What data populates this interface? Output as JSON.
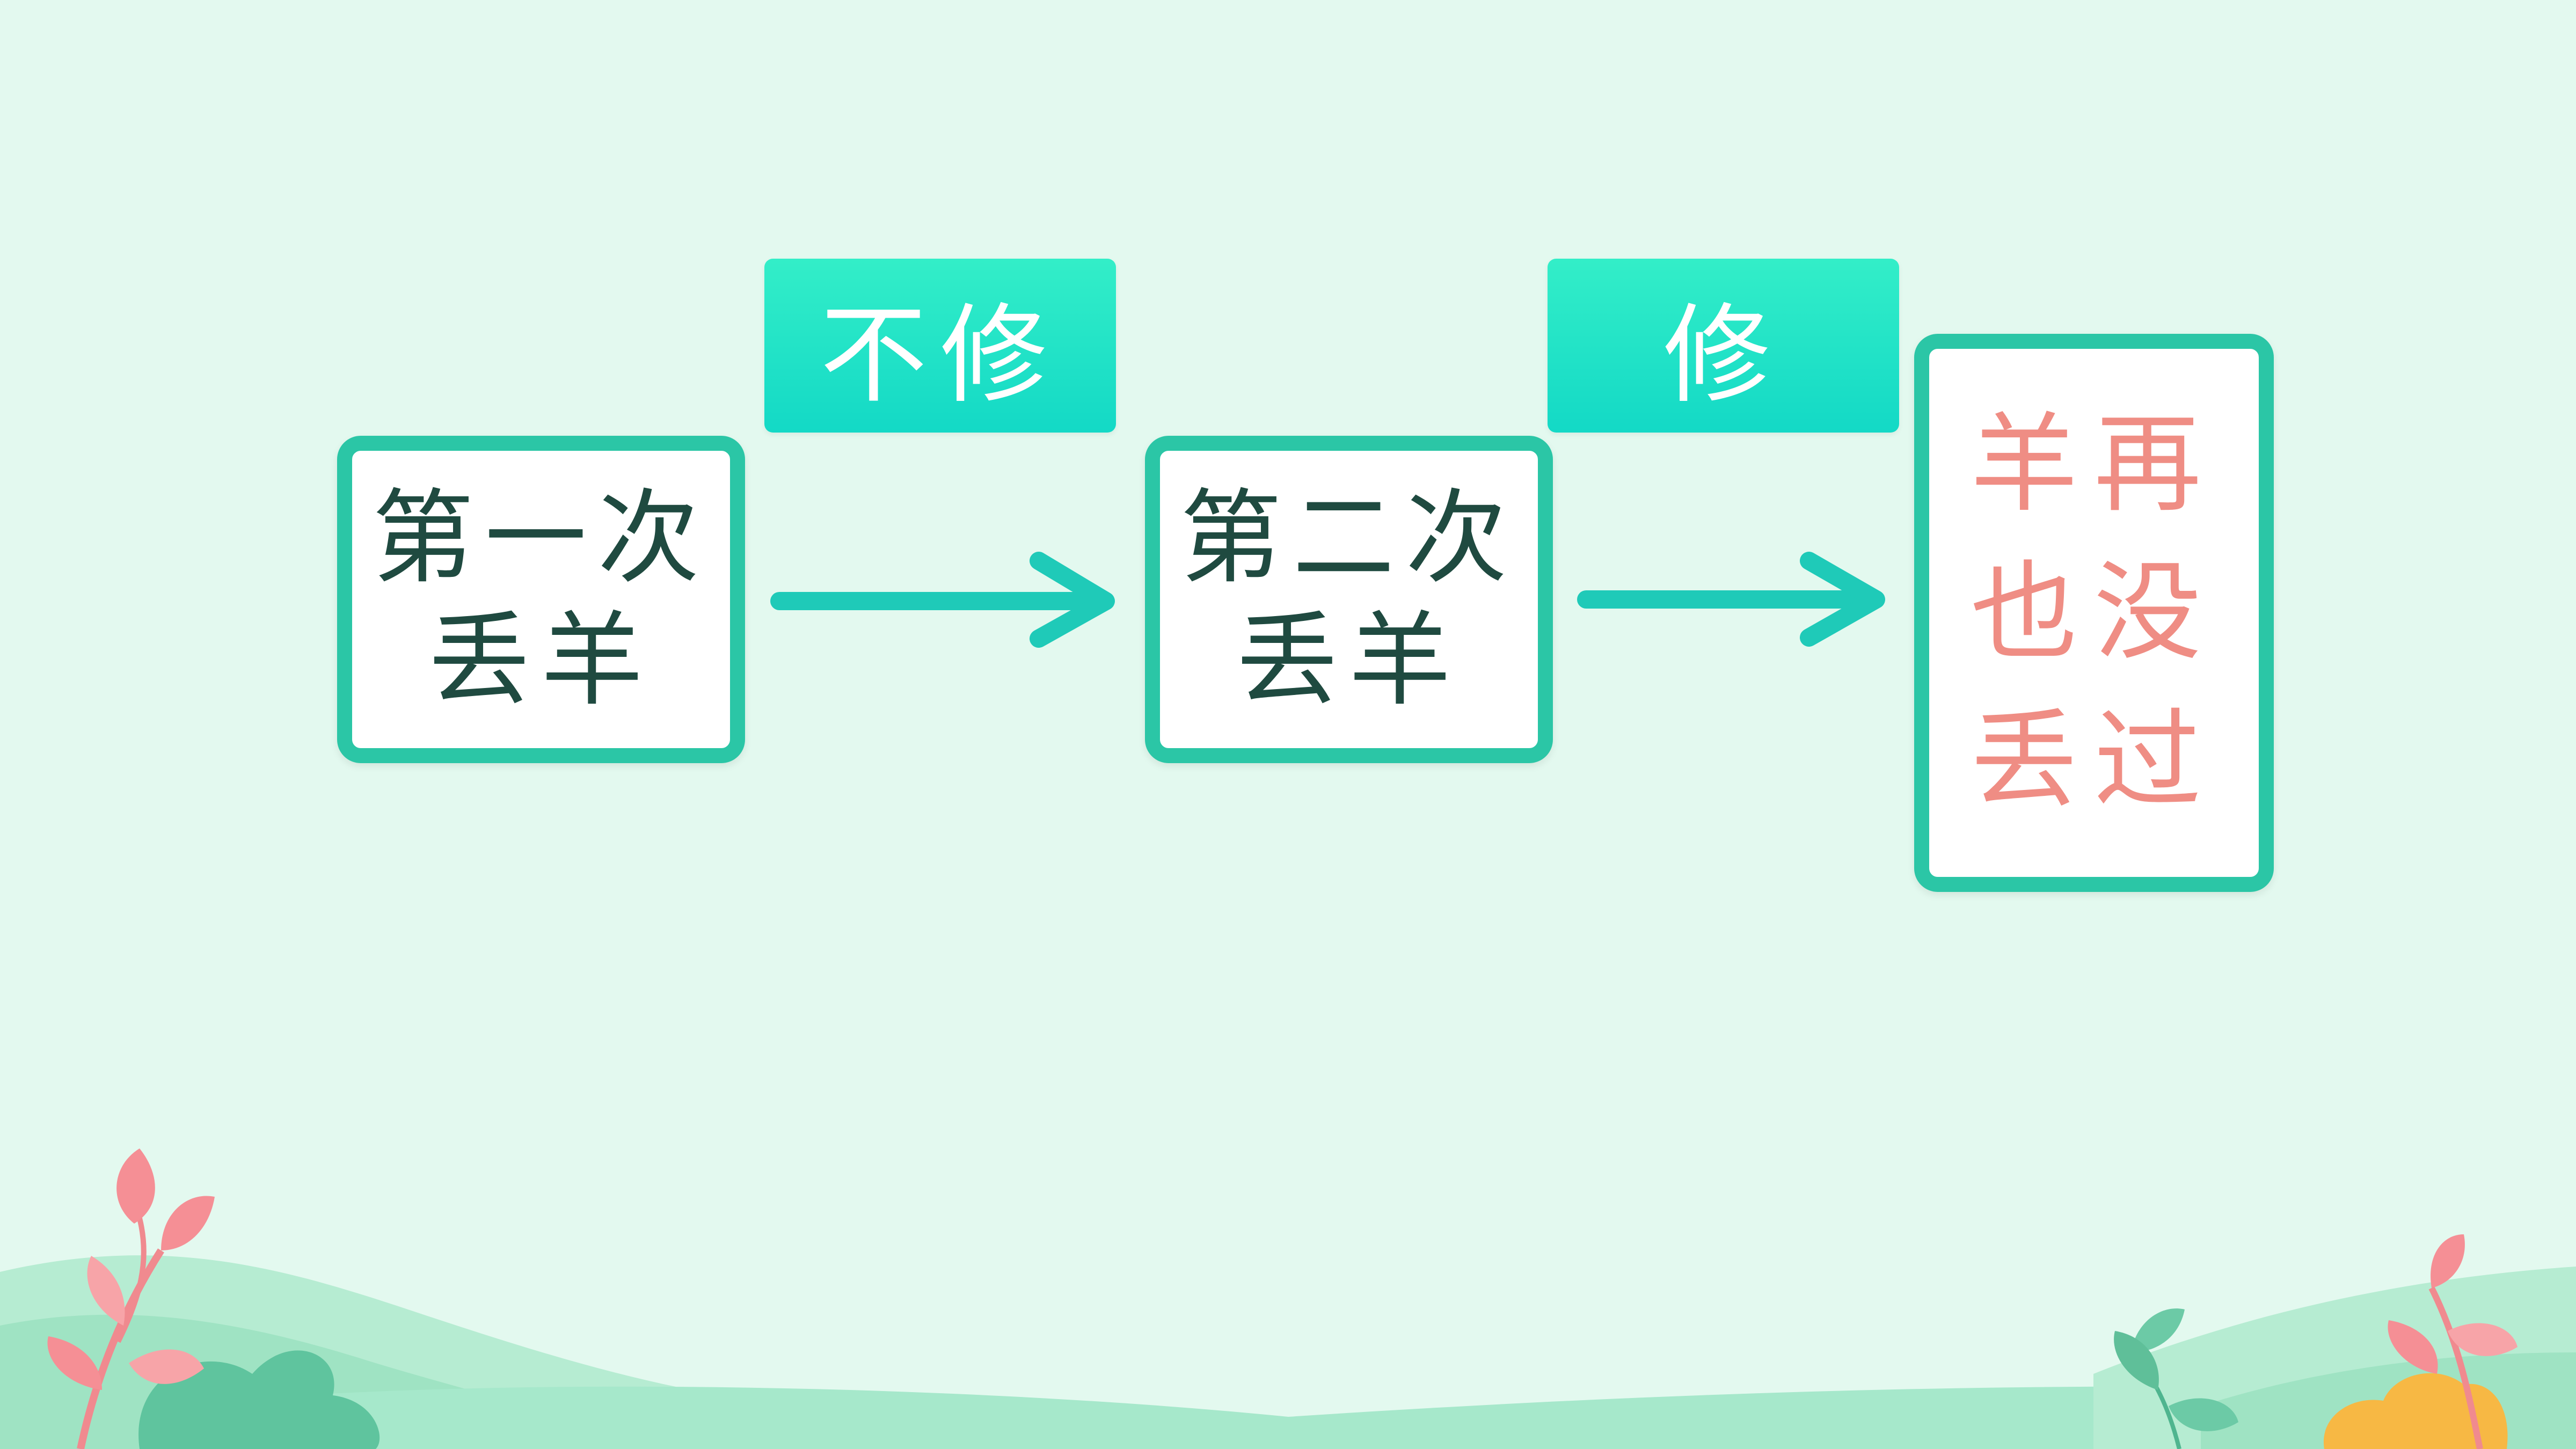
{
  "diagram": {
    "step1": {
      "lines": [
        "第一次",
        "丢羊"
      ]
    },
    "transition1": {
      "label": "不修"
    },
    "step2": {
      "lines": [
        "第二次",
        "丢羊"
      ]
    },
    "transition2": {
      "label": "修"
    },
    "result": {
      "lines": [
        "羊再",
        "也没",
        "丢过"
      ]
    }
  },
  "colors": {
    "background": "#e3f9ef",
    "box_border": "#2bc6a6",
    "label_fill": "#1fe3c6",
    "arrow": "#1fcab8",
    "step_text": "#1f4a40",
    "result_text": "#ef8d84"
  },
  "decorations": {
    "bottom_left": "leaf-plant-decoration",
    "bottom_right": "leaf-plant-decoration"
  }
}
